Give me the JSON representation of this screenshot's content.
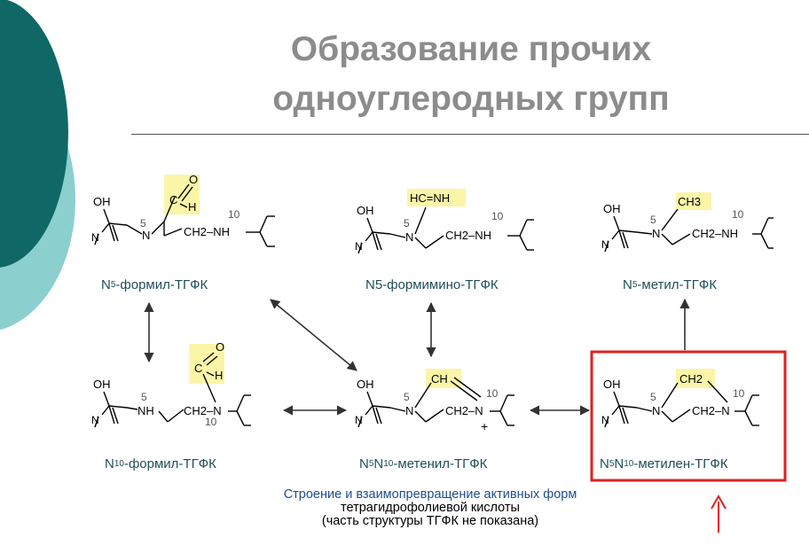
{
  "title": {
    "line1": "Образование прочих",
    "line2": "одноуглеродных групп"
  },
  "colors": {
    "teal_dark": "#0f6866",
    "teal_light": "#8ccfcf",
    "highlight": "#fbf5a8",
    "red": "#e02020",
    "arrow": "#333333"
  },
  "molecules": [
    {
      "label_sup": "5",
      "label_rest": "-формил-ТГФК",
      "group": "formyl"
    },
    {
      "label_sup": "",
      "label_rest": "N5-формимино-ТГФК",
      "group": "formimino"
    },
    {
      "label_sup": "5",
      "label_rest": "-метил-ТГФК",
      "group": "methyl"
    },
    {
      "label_sup": "10",
      "label_rest": "-формил-ТГФК",
      "group": "formyl10"
    },
    {
      "label_sup": "5",
      "label_sup2": "10",
      "label_rest": "-метенил-ТГФК",
      "group": "methenyl"
    },
    {
      "label_sup": "5",
      "label_sup2": "10",
      "label_rest": "-метилен-ТГФК",
      "group": "methylene"
    }
  ],
  "atoms": {
    "oh": "OH",
    "n": "N",
    "nh": "NH",
    "h": "H",
    "o": "O",
    "c": "C",
    "ch2nh": "CH2–NH",
    "ch2n": "CH2–N",
    "plus": "+",
    "five": "5",
    "ten": "10",
    "hcnh": "HC=NH",
    "ch3": "CH3",
    "ch": "CH",
    "ch2": "CH2",
    "letter_n": "N"
  },
  "caption": {
    "line1": "Строение и взаимопревращение активных форм",
    "line2": "тетрагидрофолиевой кислоты",
    "line3": "(часть структуры ТГФК не показана)"
  }
}
